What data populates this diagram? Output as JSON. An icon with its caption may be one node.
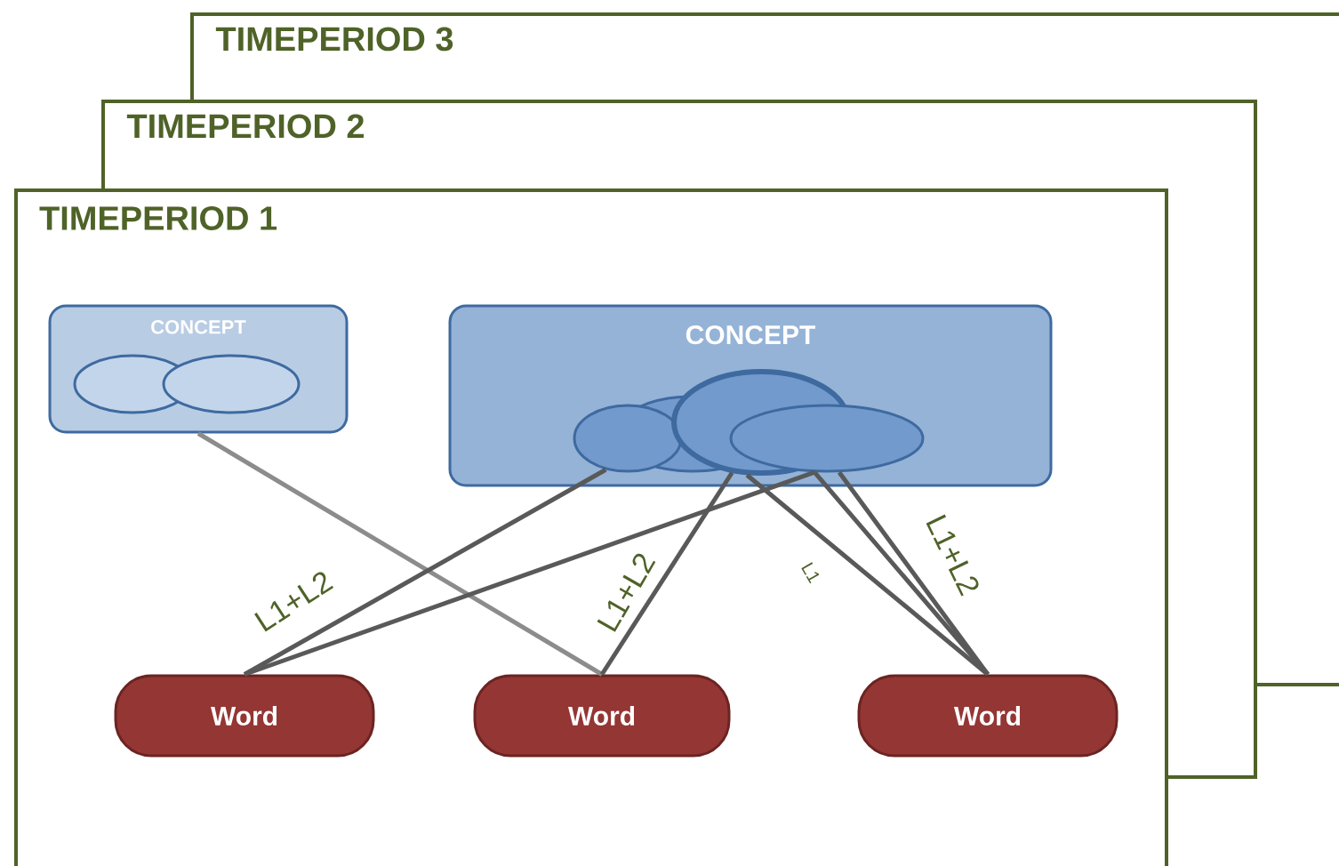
{
  "diagram": {
    "nodes": [
      {
        "text": [
          "TIMEPERIOD 3"
        ]
      },
      {
        "text": [
          "TIMEPERIOD 2"
        ]
      },
      {
        "text": [
          "TIMEPERIOD 1"
        ]
      },
      {
        "text": [
          "CONCEPT"
        ],
        "in": 2
      },
      {
        "text": [
          "CONCEPT"
        ],
        "in": 2
      },
      {
        "text": [],
        "shape": "ellipse",
        "in": 4
      },
      {
        "text": [],
        "shape": "ellipse",
        "in": 4
      },
      {
        "text": [],
        "shape": "ellipse",
        "in": 4
      },
      {
        "text": [
          "Word"
        ],
        "in": 2
      },
      {
        "text": [
          "Word"
        ],
        "in": 2
      },
      {
        "text": [
          "Word"
        ],
        "in": 2
      }
    ],
    "edges": [
      {
        "from": 3,
        "to": 9,
        "arrow": "none",
        "color": "#8c8c8c"
      },
      {
        "from": 5,
        "to": 8,
        "arrow": "none",
        "label": "L1+L2"
      },
      {
        "from": 7,
        "to": 8,
        "arrow": "none"
      },
      {
        "from": 6,
        "to": 9,
        "arrow": "none",
        "label": "L1+L2"
      },
      {
        "from": 6,
        "to": 10,
        "arrow": "none",
        "label": "L1"
      },
      {
        "from": 7,
        "to": 10,
        "arrow": "none"
      },
      {
        "from": 7,
        "to": 10,
        "arrow": "none",
        "label": "L1+L2"
      }
    ]
  }
}
